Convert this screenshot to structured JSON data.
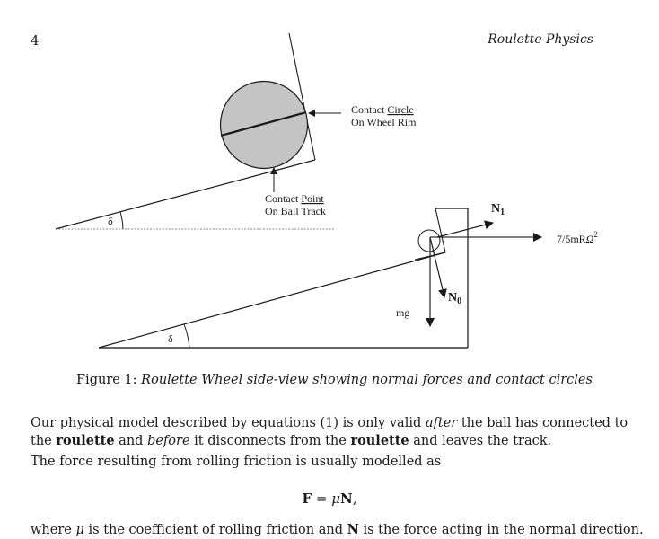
{
  "header": {
    "page_number": "4",
    "running_title": "Roulette Physics"
  },
  "figure": {
    "top_diagram": {
      "contact_circle_label_line1_prefix": "Contact ",
      "contact_circle_label_line1_underlined": "Circle",
      "contact_circle_label_line2": "On Wheel Rim",
      "contact_point_label_line1_prefix": "Contact ",
      "contact_point_label_line1_underlined": "Point",
      "contact_point_label_line2": "On Ball Track",
      "angle_label": "δ"
    },
    "bottom_diagram": {
      "angle_label": "δ",
      "force_n1_base": "N",
      "force_n1_sub": "1",
      "force_n0_base": "N",
      "force_n0_sub": "0",
      "force_mg": "mg",
      "force_centripetal_base": "7/5mR",
      "force_centripetal_symbol": "Ω",
      "force_centripetal_exp": "2"
    },
    "caption": {
      "label": "Figure 1:",
      "text": "Roulette Wheel side-view showing normal forces and contact circles"
    }
  },
  "body": {
    "paragraph1": {
      "line1_a": "Our physical model described by equations (1) is only valid ",
      "line1_em": "after",
      "line1_b": " the ball has connected to",
      "line2_a": "the ",
      "line2_bold1": "roulette",
      "line2_b": " and ",
      "line2_em": "before",
      "line2_c": " it disconnects from the ",
      "line2_bold2": "roulette",
      "line2_d": " and leaves the track."
    },
    "paragraph2": "The force resulting from rolling friction is usually modelled as",
    "equation": {
      "lhs": "F",
      "equals": " = ",
      "mu": "μ",
      "rhs": "N",
      "trailing": ","
    },
    "paragraph3": {
      "a": "where ",
      "mu": "μ",
      "b": " is the coefficient of rolling friction and ",
      "bold_n": "N",
      "c": " is the force acting in the normal direction."
    }
  }
}
